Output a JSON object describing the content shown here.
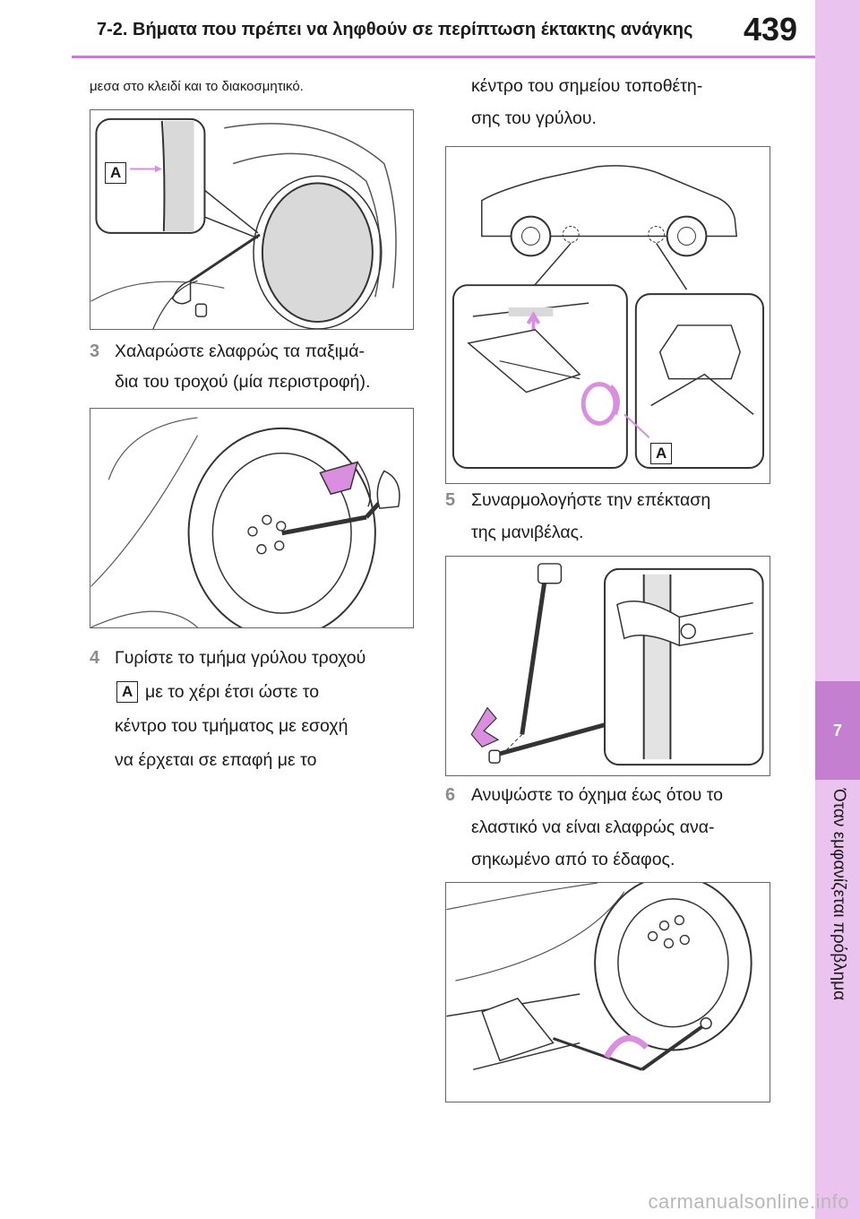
{
  "header": {
    "title": "7-2. Βήματα που πρέπει να ληφθούν σε περίπτωση έκτακτης ανάγκης",
    "page_number": "439"
  },
  "side_tab": {
    "number": "7",
    "label": "Όταν εμφανίζεται πρόβλημα"
  },
  "left_column": {
    "intro": "μεσα στο κλειδί και το διακοσμητικό.",
    "fig1_label": "A",
    "step3": {
      "num": "3",
      "line1": "Χαλαρώστε ελαφρώς τα παξιμά-",
      "line2": "δια του τροχού (μία περιστροφή)."
    },
    "step4": {
      "num": "4",
      "line1": "Γυρίστε το τμήμα γρύλου τροχού",
      "badge": "A",
      "line2": "με το χέρι έτσι ώστε το",
      "line3": "κέντρο του τμήματος με εσοχή",
      "line4": "να έρχεται σε επαφή με το"
    }
  },
  "right_column": {
    "cont_line1": "κέντρο του σημείου τοποθέτη-",
    "cont_line2": "σης του γρύλου.",
    "fig3_label": "A",
    "step5": {
      "num": "5",
      "line1": "Συναρμολογήστε την επέκταση",
      "line2": "της μανιβέλας."
    },
    "step6": {
      "num": "6",
      "line1": "Ανυψώστε το όχημα έως ότου το",
      "line2": "ελαστικό να είναι ελαφρώς ανα-",
      "line3": "σηκωμένο από το έδαφος."
    }
  },
  "colors": {
    "accent": "#c47fd0",
    "tab_light": "#ebc3ef",
    "highlight": "#d98ee0"
  },
  "watermark": "carmanualsonline.info"
}
